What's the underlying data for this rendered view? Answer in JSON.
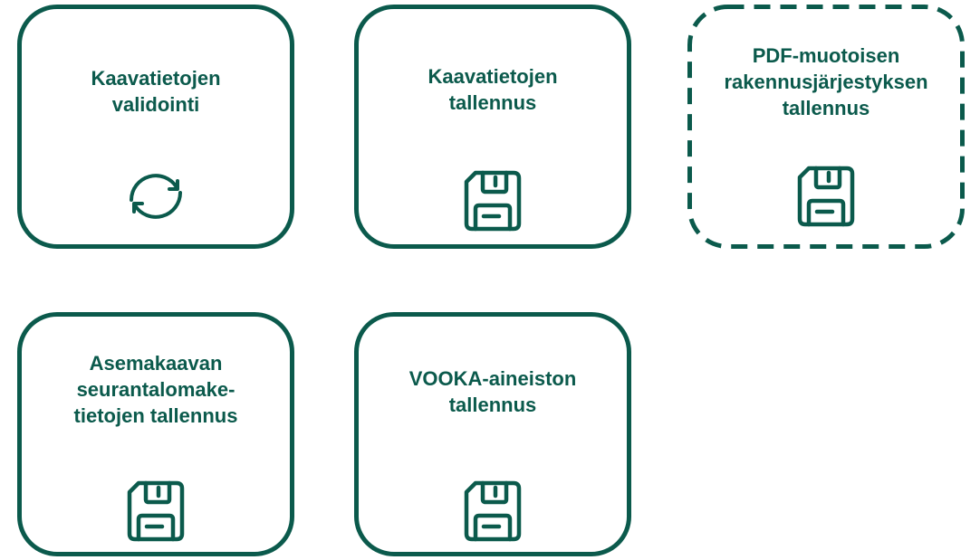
{
  "cards": [
    {
      "label": "Kaavatietojen\nvalidointi",
      "icon": "refresh-icon",
      "style": "solid"
    },
    {
      "label": "Kaavatietojen\ntallennus",
      "icon": "save-icon",
      "style": "solid"
    },
    {
      "label": "PDF-muotoisen\nrakennusjärjestyksen\ntallennus",
      "icon": "save-icon",
      "style": "dashed"
    },
    {
      "label": "Asemakaavan\nseurantalomake-\ntietojen tallennus",
      "icon": "save-icon",
      "style": "solid"
    },
    {
      "label": "VOOKA-aineiston\ntallennus",
      "icon": "save-icon",
      "style": "solid"
    }
  ],
  "colors": {
    "accent": "#0b5a4c",
    "background": "#ffffff"
  }
}
